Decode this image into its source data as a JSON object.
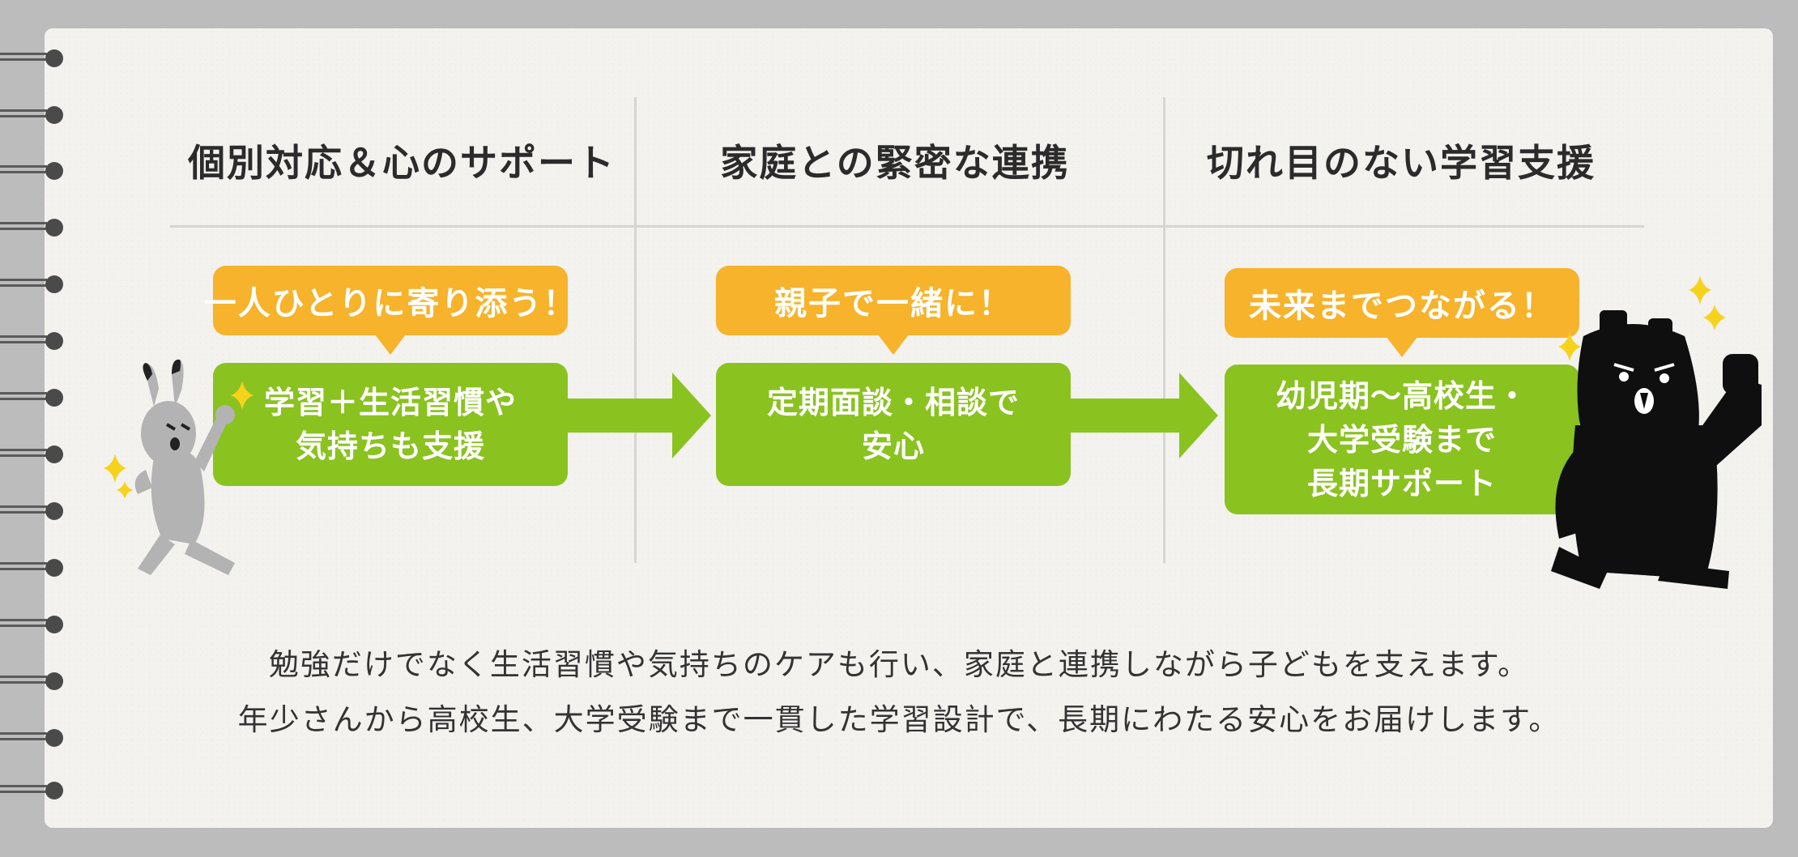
{
  "columns": [
    {
      "title": "個別対応＆心のサポート",
      "bubble": "一人ひとりに寄り添う！",
      "lines": [
        "学習＋生活習慣や",
        "気持ちも支援"
      ]
    },
    {
      "title": "家庭との緊密な連携",
      "bubble": "親子で一緒に！",
      "lines": [
        "定期面談・相談で",
        "安心"
      ]
    },
    {
      "title": "切れ目のない学習支援",
      "bubble": "未来までつながる！",
      "lines": [
        "幼児期～高校生・",
        "大学受験まで",
        "長期サポート"
      ]
    }
  ],
  "description": [
    "勉強だけでなく生活習慣や気持ちのケアも行い、家庭と連携しながら子どもを支えます。",
    "年少さんから高校生、大学受験まで一貫した学習設計で、長期にわたる安心をお届けします。"
  ],
  "colors": {
    "orange": "#f6b32b",
    "green": "#8ac220",
    "background": "#f3f2ee",
    "frame": "#bcbcbc"
  },
  "icons": {
    "left": "rabbit-character-icon",
    "right": "bear-character-icon",
    "decor": "sparkle-icon"
  }
}
